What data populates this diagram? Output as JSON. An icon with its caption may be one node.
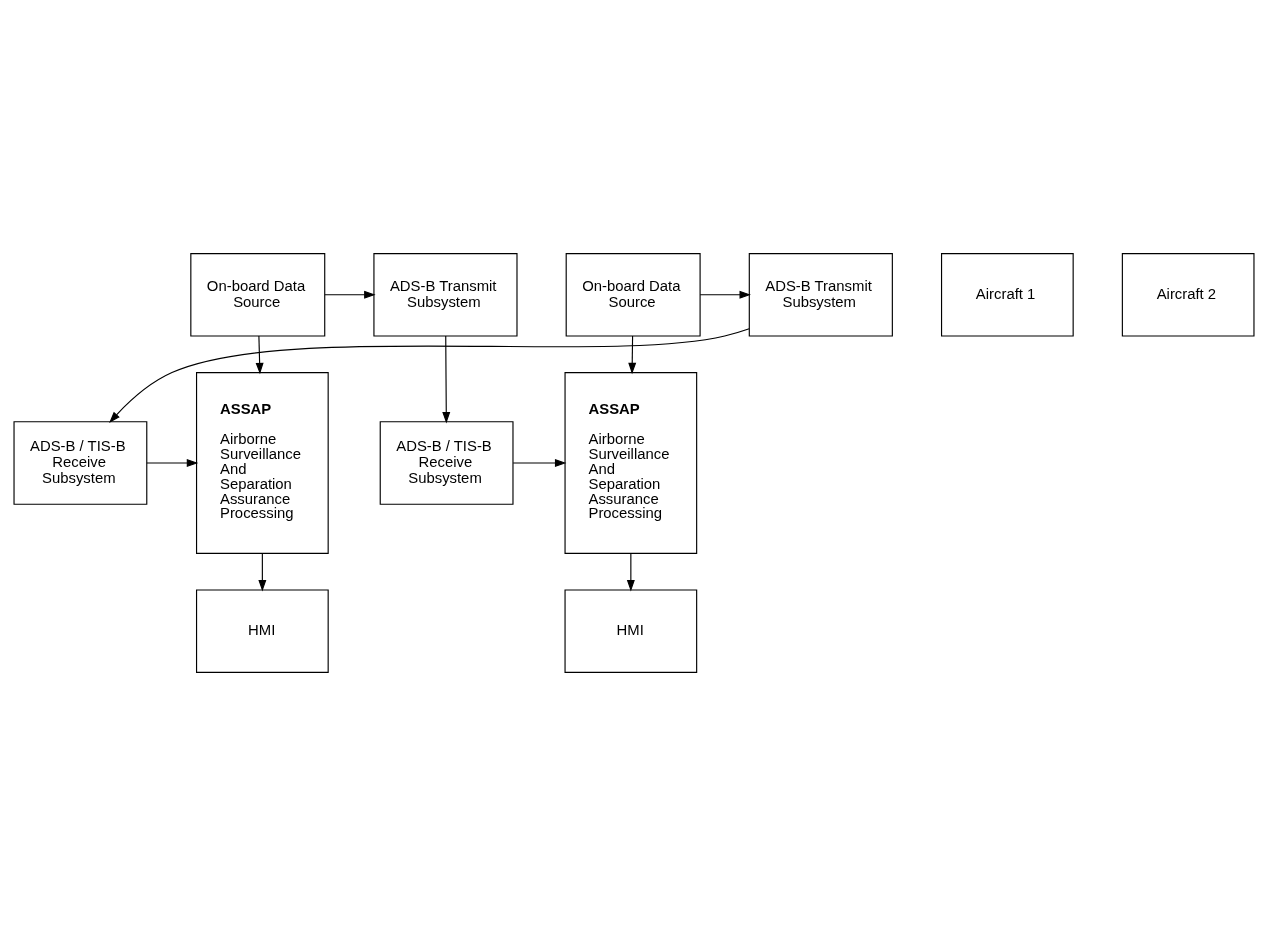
{
  "diagram": {
    "nodes": [
      {
        "text": [
          "On-board Data Source"
        ]
      },
      {
        "text": [
          "ADS-B Transmit Subsystem"
        ]
      },
      {
        "text": [
          "ADS-B Transmit Subsystem"
        ]
      },
      {
        "text": [
          "On-board Data Source"
        ]
      },
      {
        "text": [
          "ASSAP",
          "Airborne Surveillance And Separation Assurance Processing"
        ]
      },
      {
        "text": [
          "ADS-B / TIS-B Receive Subsystem"
        ]
      },
      {
        "text": [
          "ADS-B / TIS-B Receive Subsystem"
        ]
      },
      {
        "text": [
          "ASSAP",
          "Airborne Surveillance And Separation Assurance Processing"
        ]
      },
      {
        "text": [
          "HMI"
        ]
      },
      {
        "text": [
          "HMI"
        ]
      },
      {
        "text": [
          "Aircraft 1"
        ]
      },
      {
        "text": [
          "Aircraft 2"
        ]
      }
    ],
    "edges": [
      {
        "from": 0,
        "to": 1,
        "arrow": "to"
      },
      {
        "from": 0,
        "to": 4,
        "arrow": "to"
      },
      {
        "from": 1,
        "to": 6,
        "arrow": "to"
      },
      {
        "from": 2,
        "to": 5,
        "arrow": "to"
      },
      {
        "from": 3,
        "to": 2,
        "arrow": "to"
      },
      {
        "from": 3,
        "to": 7,
        "arrow": "to"
      },
      {
        "from": 5,
        "to": 4,
        "arrow": "to"
      },
      {
        "from": 6,
        "to": 7,
        "arrow": "to"
      },
      {
        "from": 4,
        "to": 8,
        "arrow": "to"
      },
      {
        "from": 7,
        "to": 9,
        "arrow": "to"
      }
    ]
  }
}
